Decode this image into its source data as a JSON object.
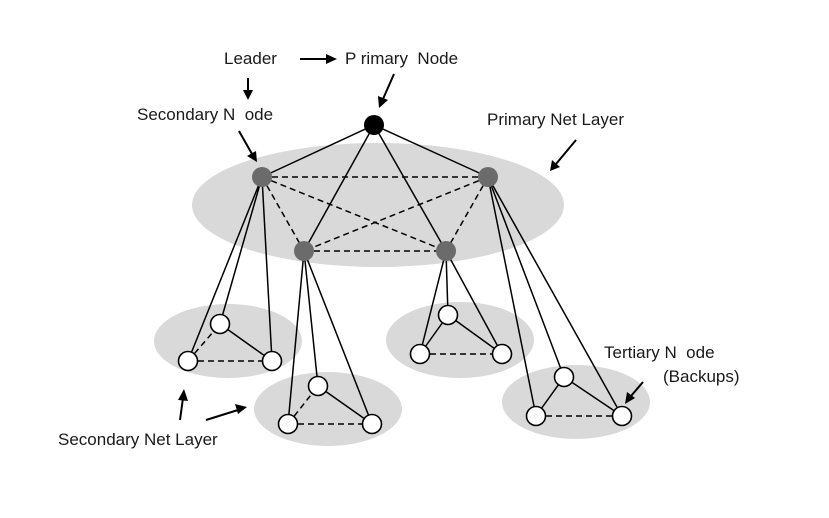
{
  "labels": {
    "leader": "Leader",
    "primary_node": "P rimary  Node",
    "secondary_node": "Secondary N  ode",
    "primary_net_layer": "Primary Net Layer",
    "tertiary_node": "Tertiary N  ode",
    "backups": "(Backups)",
    "secondary_net_layer": "Secondary Net Layer"
  },
  "colors": {
    "layer_fill": "#d9d9d9",
    "primary_node": "#000000",
    "secondary_node": "#6b6b6b",
    "tertiary_node": "#ffffff",
    "edge": "#000000"
  }
}
